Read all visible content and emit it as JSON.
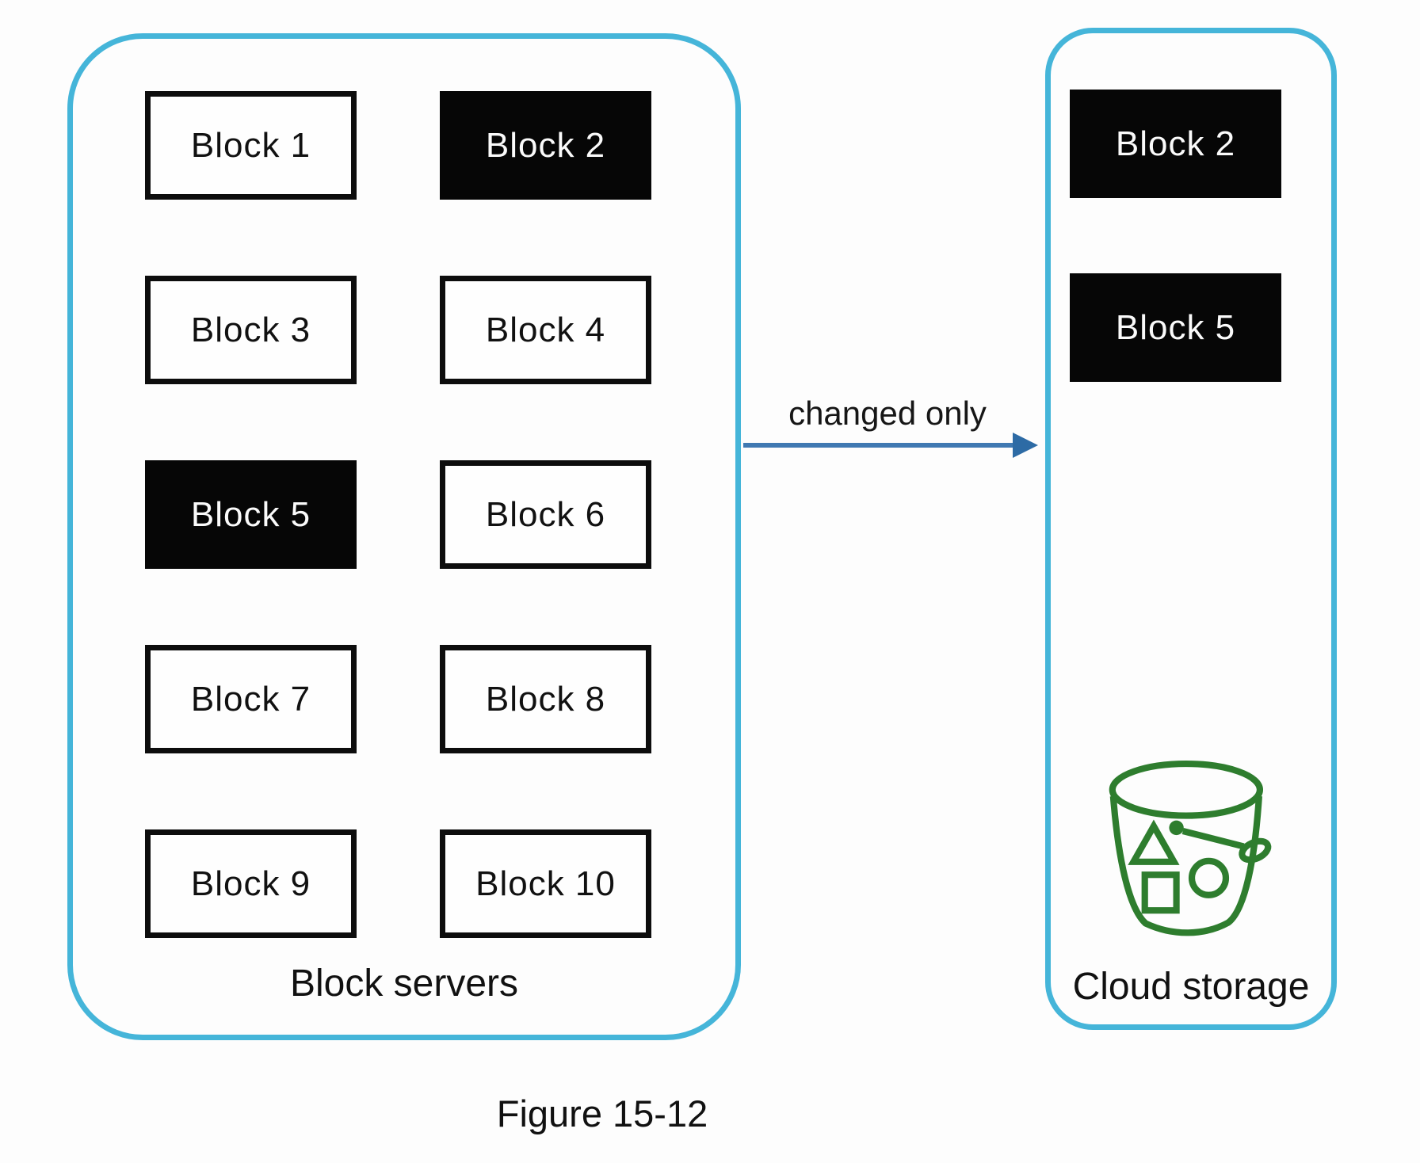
{
  "page": {
    "background": "#fdfdfd"
  },
  "colors": {
    "panel_border": "#45b5d9",
    "arrow_line": "#4079b2",
    "arrow_head": "#2d6ba5",
    "bucket_green": "#2e7d2e",
    "changed_block_fill": "#060606"
  },
  "block_servers_panel": {
    "label": "Block servers",
    "blocks": [
      {
        "label": "Block 1",
        "changed": false
      },
      {
        "label": "Block 2",
        "changed": true
      },
      {
        "label": "Block 3",
        "changed": false
      },
      {
        "label": "Block 4",
        "changed": false
      },
      {
        "label": "Block 5",
        "changed": true
      },
      {
        "label": "Block 6",
        "changed": false
      },
      {
        "label": "Block 7",
        "changed": false
      },
      {
        "label": "Block 8",
        "changed": false
      },
      {
        "label": "Block 9",
        "changed": false
      },
      {
        "label": "Block 10",
        "changed": false
      }
    ]
  },
  "arrow": {
    "label": "changed only"
  },
  "cloud_storage_panel": {
    "label": "Cloud storage",
    "icon": "s3-bucket-icon",
    "blocks": [
      {
        "label": "Block 2",
        "changed": true
      },
      {
        "label": "Block 5",
        "changed": true
      }
    ]
  },
  "figure": {
    "caption": "Figure 15-12"
  }
}
